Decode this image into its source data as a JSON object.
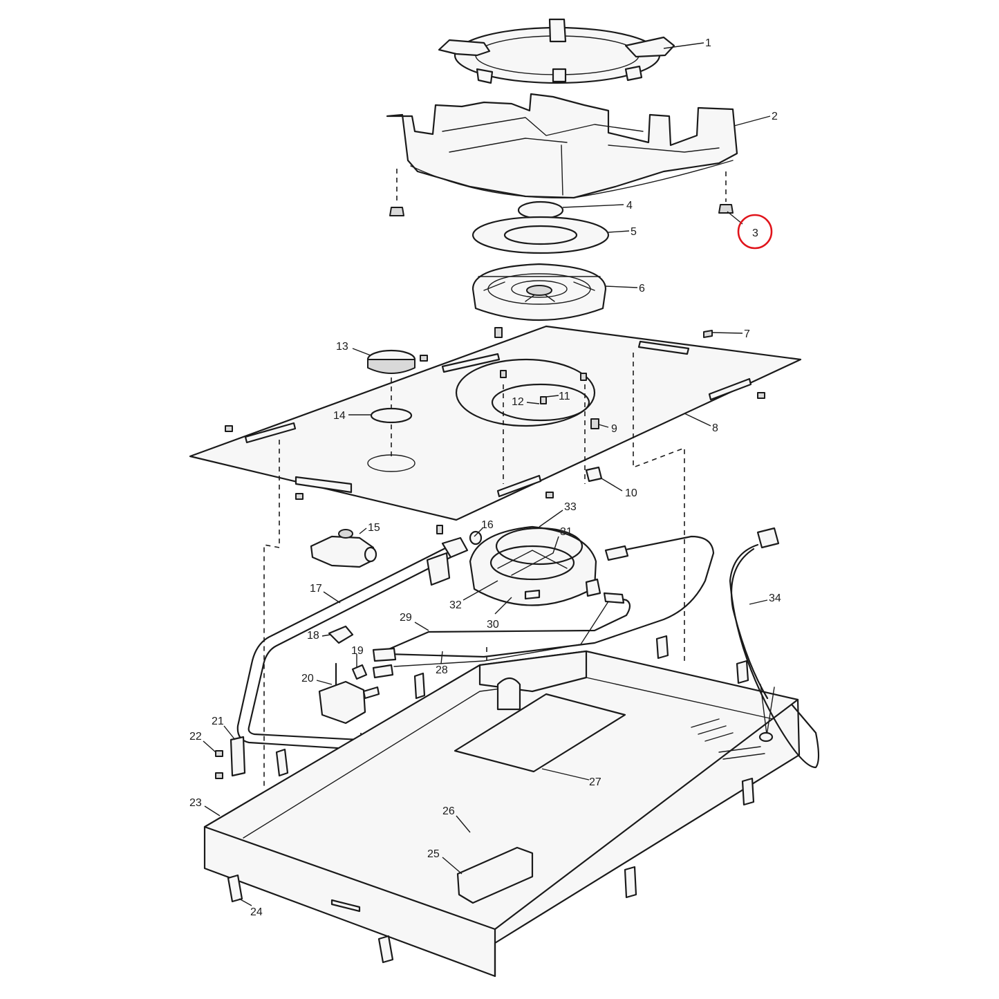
{
  "diagram": {
    "highlight_color": "#e0141b",
    "highlighted_callout": "3",
    "callouts": [
      {
        "id": "c1",
        "label": "1"
      },
      {
        "id": "c2",
        "label": "2"
      },
      {
        "id": "c3",
        "label": "3"
      },
      {
        "id": "c4",
        "label": "4"
      },
      {
        "id": "c5",
        "label": "5"
      },
      {
        "id": "c6",
        "label": "6"
      },
      {
        "id": "c7",
        "label": "7"
      },
      {
        "id": "c8",
        "label": "8"
      },
      {
        "id": "c9",
        "label": "9"
      },
      {
        "id": "c10",
        "label": "10"
      },
      {
        "id": "c11",
        "label": "11"
      },
      {
        "id": "c12",
        "label": "12"
      },
      {
        "id": "c13",
        "label": "13"
      },
      {
        "id": "c14",
        "label": "14"
      },
      {
        "id": "c15",
        "label": "15"
      },
      {
        "id": "c16",
        "label": "16"
      },
      {
        "id": "c17",
        "label": "17"
      },
      {
        "id": "c18",
        "label": "18"
      },
      {
        "id": "c19",
        "label": "19"
      },
      {
        "id": "c20",
        "label": "20"
      },
      {
        "id": "c21",
        "label": "21"
      },
      {
        "id": "c22",
        "label": "22"
      },
      {
        "id": "c23",
        "label": "23"
      },
      {
        "id": "c24",
        "label": "24"
      },
      {
        "id": "c25",
        "label": "25"
      },
      {
        "id": "c26",
        "label": "26"
      },
      {
        "id": "c27",
        "label": "27"
      },
      {
        "id": "c28",
        "label": "28"
      },
      {
        "id": "c29",
        "label": "29"
      },
      {
        "id": "c30",
        "label": "30"
      },
      {
        "id": "c31",
        "label": "31"
      },
      {
        "id": "c32",
        "label": "32"
      },
      {
        "id": "c33",
        "label": "33"
      },
      {
        "id": "c34",
        "label": "34"
      }
    ]
  }
}
